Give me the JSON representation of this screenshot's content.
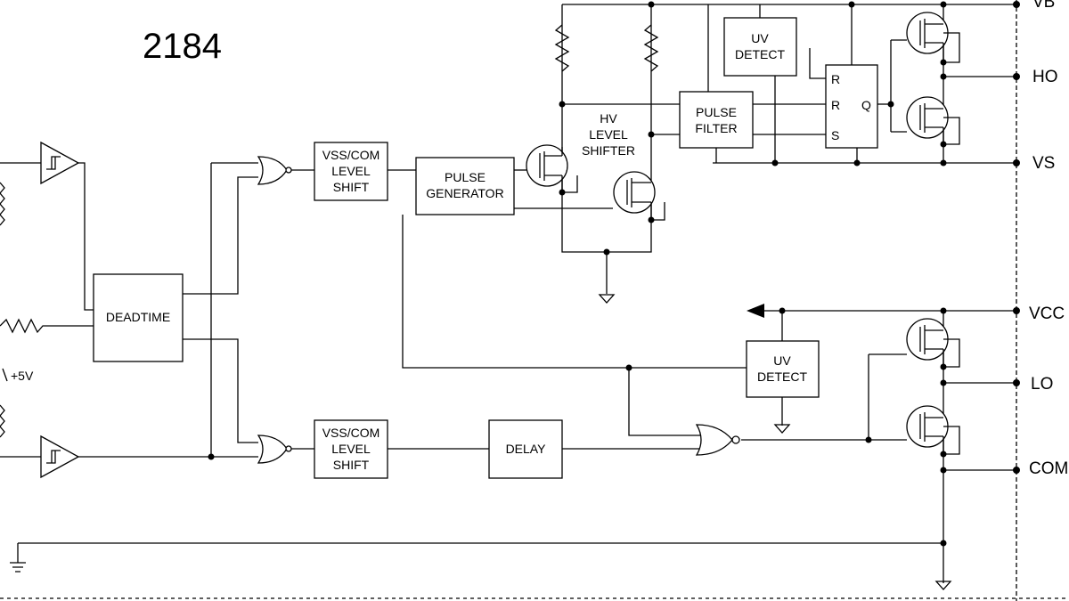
{
  "title": "2184",
  "blocks": {
    "deadtime": "DEADTIME",
    "level_shift_top": [
      "VSS/COM",
      "LEVEL",
      "SHIFT"
    ],
    "level_shift_bottom": [
      "VSS/COM",
      "LEVEL",
      "SHIFT"
    ],
    "pulse_generator": [
      "PULSE",
      "GENERATOR"
    ],
    "hv_level_shifter": [
      "HV",
      "LEVEL",
      "SHIFTER"
    ],
    "pulse_filter": [
      "PULSE",
      "FILTER"
    ],
    "uv_detect_high": [
      "UV",
      "DETECT"
    ],
    "uv_detect_low": [
      "UV",
      "DETECT"
    ],
    "delay": "DELAY",
    "latch": {
      "r1": "R",
      "r2": "R",
      "s": "S",
      "q": "Q"
    }
  },
  "pins": {
    "vb": "VB",
    "ho": "HO",
    "vs": "VS",
    "vcc": "VCC",
    "lo": "LO",
    "com": "COM"
  },
  "supply_label": "+5V"
}
